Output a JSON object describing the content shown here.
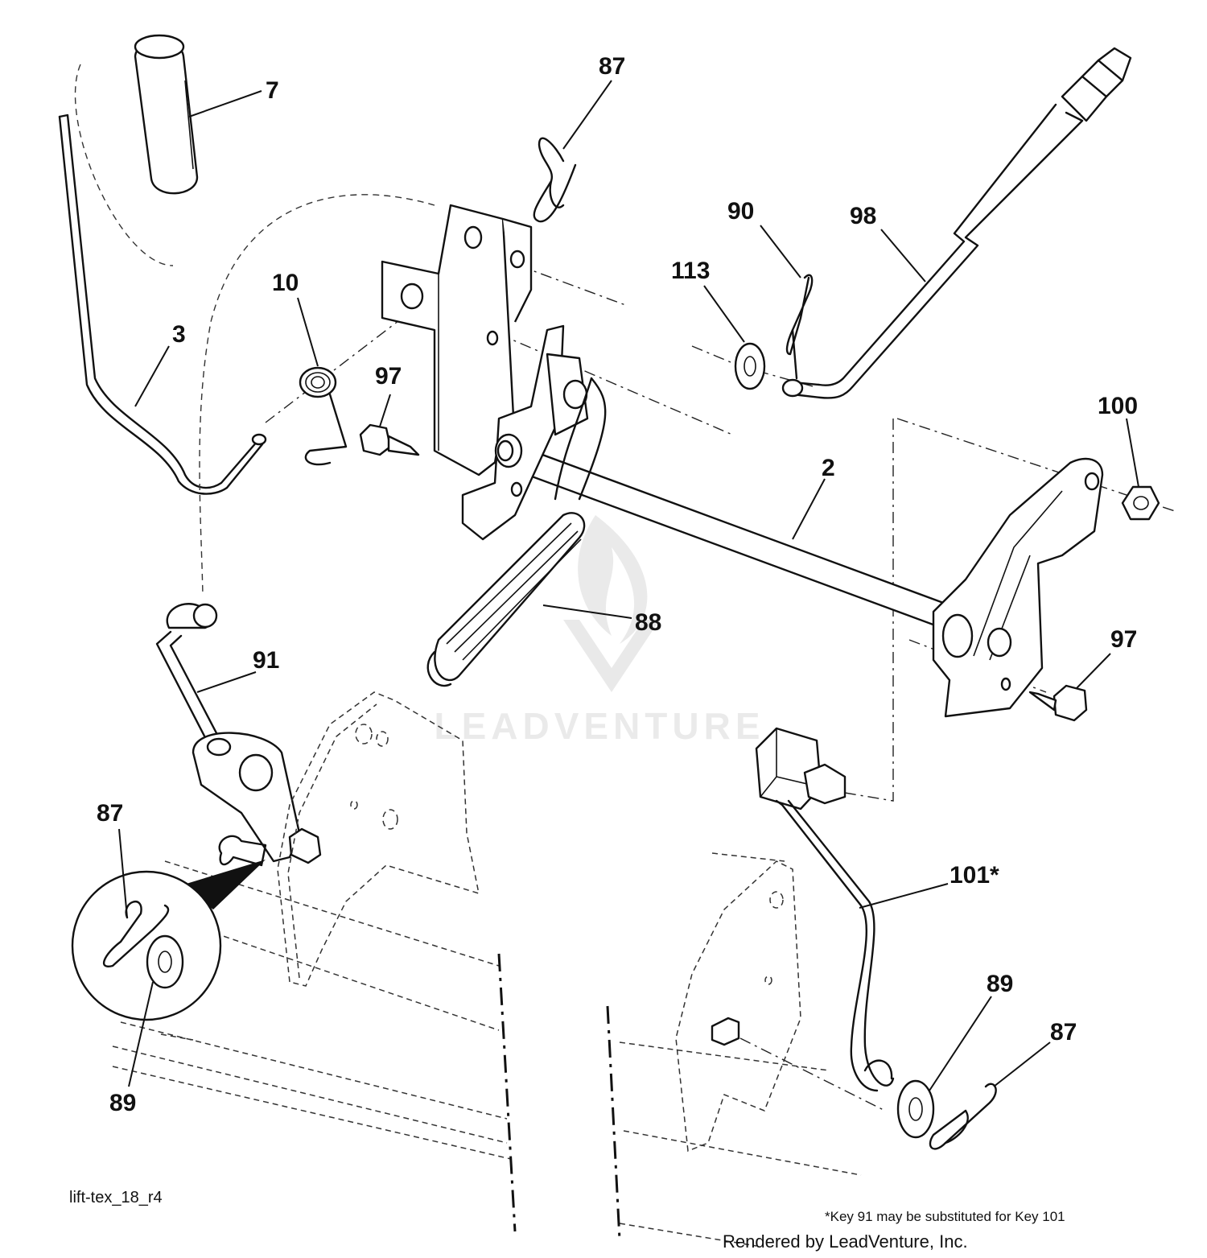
{
  "callouts": {
    "c7": "7",
    "c87_top": "87",
    "c90": "90",
    "c98": "98",
    "c113": "113",
    "c10": "10",
    "c3": "3",
    "c97_left": "97",
    "c100": "100",
    "c2": "2",
    "c88": "88",
    "c97_right": "97",
    "c91": "91",
    "c87_left": "87",
    "c89_left": "89",
    "c101": "101*",
    "c89_right": "89",
    "c87_right": "87"
  },
  "drawing_id": "lift-tex_18_r4",
  "footnote": "*Key 91 may be substituted for Key 101",
  "render_credit": "Rendered by LeadVenture, Inc.",
  "watermark": "LEADVENTURE"
}
